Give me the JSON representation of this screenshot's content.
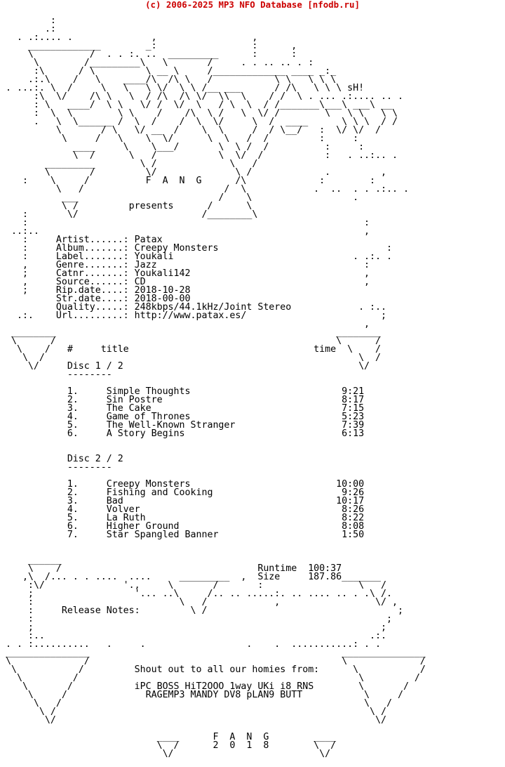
{
  "header": {
    "text": "(c) 2006-2025 MP3 NFO Database [nfodb.ru]",
    "color": "#cc0000"
  },
  "nfo": {
    "lines": [
      "                                                                ",
      "         :                                                      ",
      "        .:                                                      ",
      "   . .:.... .              ,                 ,                  ",
      "     _____________        _:                 :      ,           ",
      "     \\          /  . . :. ..  _________      :      :           ",
      "      \\        /_________\\   \\       /     . . .. .. . :         ",
      "      :\\      / \\         \\ __ \\     /_____________ ____ _:_        ",
      "     .:.\\    /   \\    ____/\\  /\\ \\   /           \\ \\   \\ \\ \\       ",
      " . ...:. \\  /     \\   \\   \\ \\/  \\ \\ /__ ___      / /\\   \\ \\ \\ sH!  ",
      "      :\\  \\/    /\\ \\   \\  / /\\  /\\ \\/  \\\\  \\    / /  \\ . ... .:.... .. . ",
      "      : \\   ____/  \\ \\   \\/ /  \\/  \\   / \\  \\  / /_______\\___\\ ___\\ __",
      "      :  \\  \\        \\ \\    /    /\\  \\ /   \\  \\/ /        \\   \\ \\   \\ \\ ",
      "      .   \\  \\______ /  \\  /    /  \\  \\/     \\  /  ____      \\ \\ \\  / /",
      "          \\       / \\   \\/ __  /    \\  \\     /  / \\__/   :  \\/ \\/  / ",
      "           \\     /   \\    \\  \\/      \\  \\   /  /         :     :    ",
      "             ____     \\    \\___/       \\  \\ /  /          :     :    ",
      "             \\  /      \\   /           \\  \\/  /           :   . ..:.. .  ",
      "        _________        \\ /             \\   /                        ",
      "        \\       /         \\/              \\ /             .         ,  ",
      "    :    \\     /          F  A  N  G      /\\             :        :   ",
      "          \\   /                         /  \\            .  ..  . . .:.. .",
      "           ___                         /    \\                  .        ",
      "           \\ /         presents      /      \\                          ",
      "    :       \\/                      /________\\                         ",
      "    :                                                            :   ",
      "  ..:..                                                          ,   ",
      "    :     Artist......: Patax                                         ",
      "    :     Album.......: Creepy Monsters                              :   ",
      "    :     Label.......: Youkali                                . .:. .  ",
      "    ,     Genre.......: Jazz                                     :   ",
      "    ;     Catnr.......: Youkali142                               ,   ",
      "    ,     Source......: CD                                       ,   ",
      "    ;     Rip.date....: 2018-10-28                                   ",
      "          Str.date....: 2018-00-00                                   ",
      "          Quality.....: 248kbps/44.1kHz/Joint Stereo            . :..  ",
      "   .:.    Url.........: http://www.patax.es/                        ;   ",
      "                                                                 ,   ",
      "  ________                                                  ________ ",
      "  \\      /                                                  \\      / ",
      "   \\    /   #     title                                 time  \\    /  ",
      "    \\  /                                                        \\  /   ",
      "     \\/     Disc 1 / 2                                          \\/    ",
      "            --------                                                  ",
      "                                                                      ",
      "            1.     Simple Thoughts                           9:21      ",
      "            2.     Sin Postre                                8:17      ",
      "            3.     The Cake                                  7:15      ",
      "            4.     Game of Thrones                           5:23      ",
      "            5.     The Well-Known Stranger                   7:39      ",
      "            6.     A Story Begins                            6:13      ",
      "                                                                      ",
      "                                                                      ",
      "            Disc 2 / 2                                                ",
      "            --------                                                  ",
      "                                                                      ",
      "            1.     Creepy Monsters                          10:00      ",
      "            2.     Fishing and Cooking                       9:26      ",
      "            3.     Bad                                      10:17      ",
      "            4.     Volver                                    8:26      ",
      "            5.     La Ruth                                   8:22      ",
      "            6.     Higher Ground                             8:08      ",
      "            7.     Star Spangled Banner                      1:50      ",
      "                                                                      ",
      "                                                                      ",
      "     ______                                                          ",
      "     \\    /                                   Runtime  100:37          ",
      "    ,\\  /... . . ....  ....     _________  ,  Size     187.86_______  ",
      "     :\\/              '.,     \\       /       :                 \\   /  ",
      "     ;                  '... ..\\     /.. .. .....:. .. .... .. . .\\ /.  ",
      "     :                          \\   /            ,                 \\/ ,  ",
      "     :     Release Notes:         \\ /                                  ;  ",
      "     :                                                               ;  ",
      "     ;                                                              ;   ",
      "     :..                                                          .:.   ",
      " . . :..........   .     .                  .    .  ...........: . .  ",
      " _______________                                             _______________",
      " \\             /                                             \\             / ",
      "  \\           /         Shout out to all our homies from:      \\           /  ",
      "   \\         /                                                  \\         /   ",
      "    \\       /           iPC BOSS HiT2OOO 1way UKi i8 RNS        \\       /    ",
      "     \\     /              RAGEMP3 MANDY DV8 pLAN9 BUTT           \\     /     ",
      "      \\   /                                                      \\   /      ",
      "       \\ /                                                        \\ /       ",
      "        \\/                                                         \\/        ",
      "                                                                      ",
      "                            ____      F  A  N  G        ____            ",
      "                            \\  /      2  0  1  8        \\  /            ",
      "                             \\/                          \\/             "
    ]
  }
}
